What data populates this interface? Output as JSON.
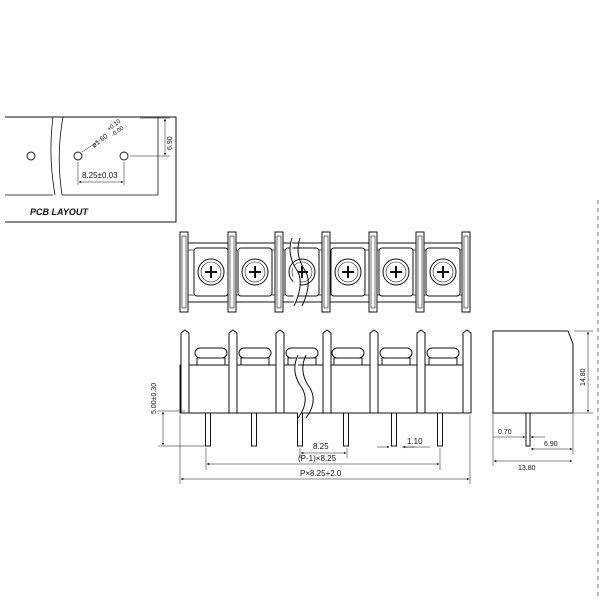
{
  "pcb_layout": {
    "title": "PCB LAYOUT",
    "hole_diameter": "ø1.60",
    "hole_tol_plus": "+0.10",
    "hole_tol_minus": "-0.00",
    "pitch": "8.25±0.03",
    "row_offset": "6.90"
  },
  "front_view": {
    "pin_pitch": "8.25",
    "pitch_span": "(P-1)×8.25",
    "total_length": "P×8.25+2.0",
    "pin_width": "1.10",
    "pin_length": "5.00±0.30"
  },
  "side_view": {
    "height": "14.80",
    "pin_thickness": "0.70",
    "pin_offset": "6.90",
    "depth": "13.80"
  }
}
